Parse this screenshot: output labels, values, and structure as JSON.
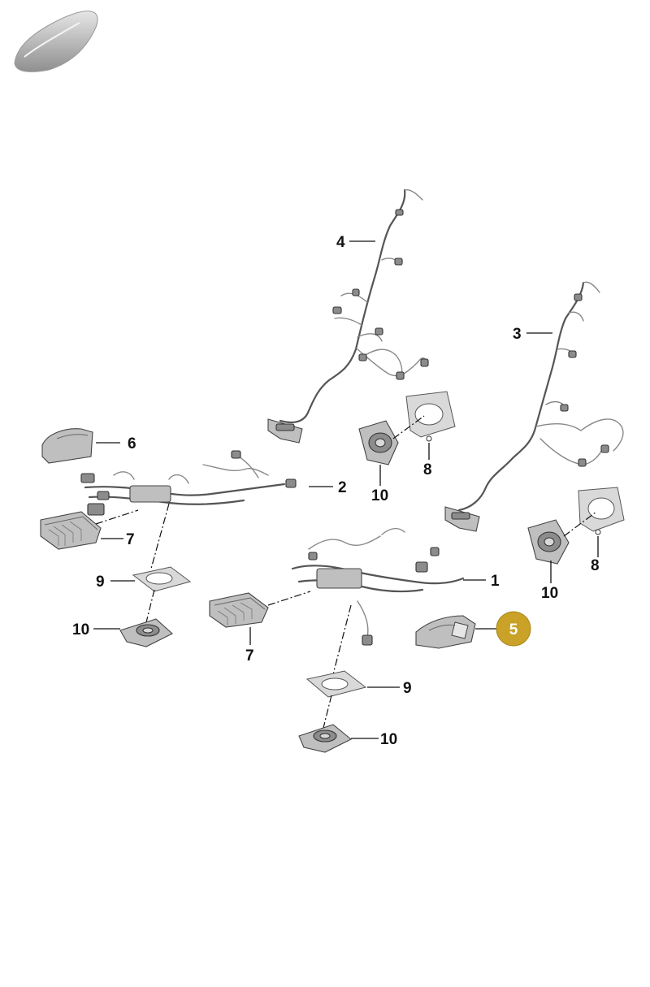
{
  "diagram": {
    "callouts": [
      {
        "id": "c4",
        "label": "4"
      },
      {
        "id": "c3",
        "label": "3"
      },
      {
        "id": "c6",
        "label": "6"
      },
      {
        "id": "c2",
        "label": "2"
      },
      {
        "id": "c8a",
        "label": "8"
      },
      {
        "id": "c10a",
        "label": "10"
      },
      {
        "id": "c7a",
        "label": "7"
      },
      {
        "id": "c8b",
        "label": "8"
      },
      {
        "id": "c10b",
        "label": "10"
      },
      {
        "id": "c1",
        "label": "1"
      },
      {
        "id": "c9a",
        "label": "9"
      },
      {
        "id": "c10c",
        "label": "10"
      },
      {
        "id": "c7b",
        "label": "7"
      },
      {
        "id": "c5",
        "label": "5"
      },
      {
        "id": "c9b",
        "label": "9"
      },
      {
        "id": "c10d",
        "label": "10"
      }
    ],
    "highlight_color": "#c9a227",
    "highlighted_part": "5",
    "thumbnail_icon": "car-silhouette-icon"
  }
}
